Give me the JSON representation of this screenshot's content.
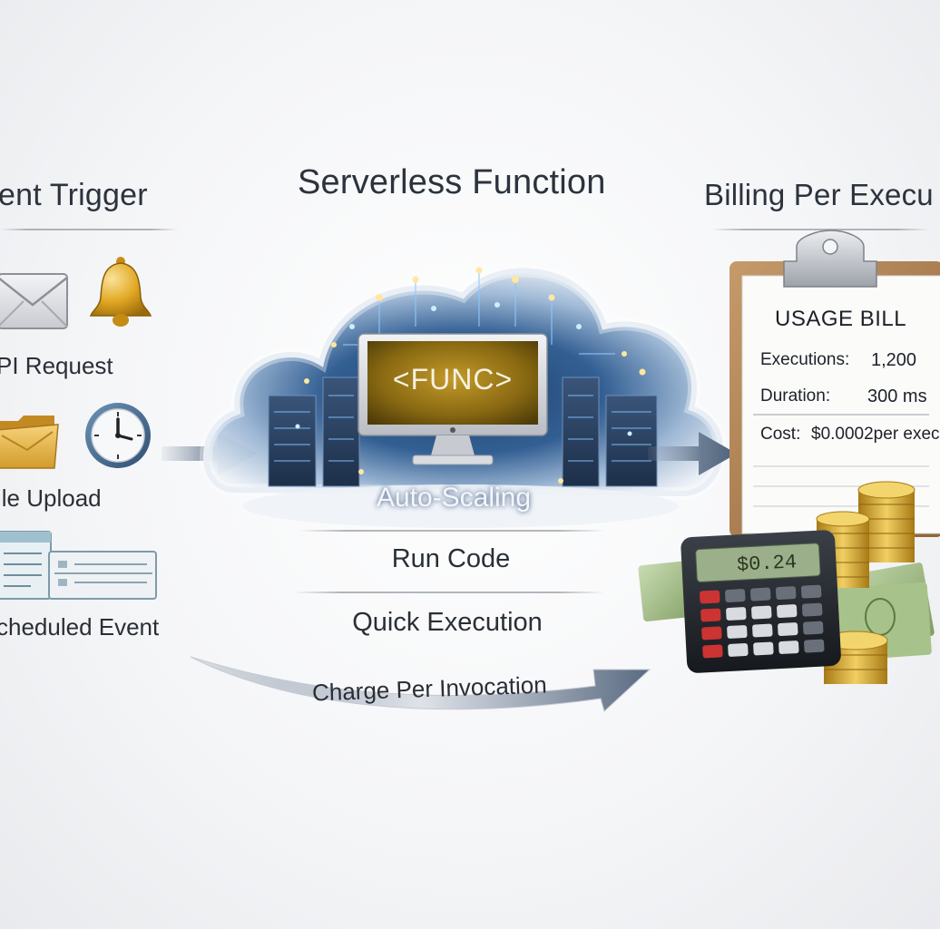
{
  "left": {
    "heading": "ent Trigger",
    "items": [
      {
        "label": "PI Request"
      },
      {
        "label": "ile Upload"
      },
      {
        "label": "cheduled Event"
      }
    ]
  },
  "center": {
    "heading": "Serverless Function",
    "func_label": "<FUNC>",
    "scaling_label": "Auto-Scaling",
    "run_label": "Run Code",
    "quick_label": "Quick Execution",
    "charge_label": "Charge Per Invocation"
  },
  "right": {
    "heading": "Billing Per Execu",
    "bill": {
      "title": "USAGE BILL",
      "executions_label": "Executions:",
      "executions_value": "1,200",
      "duration_label": "Duration:",
      "duration_value": "300 ms",
      "cost_label": "Cost:",
      "cost_value": "$0.0002per exec"
    },
    "calculator_display": "$0.24"
  },
  "colors": {
    "arrow": "#5a6b82",
    "func_screen": "#8a6a12",
    "bell": "#e0a722",
    "cloud_core": "#1c3f6e"
  }
}
